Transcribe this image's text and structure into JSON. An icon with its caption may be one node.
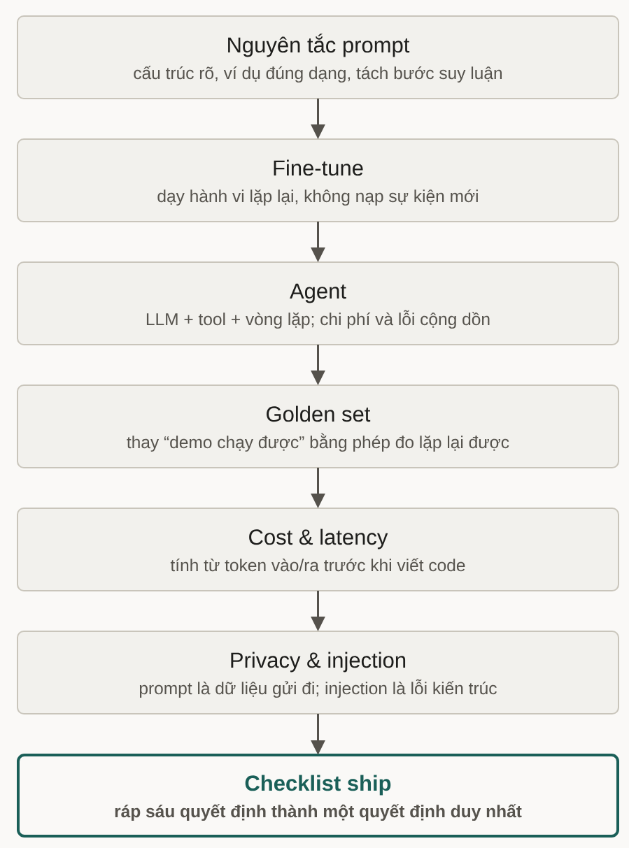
{
  "diagram": {
    "nodes": [
      {
        "text": [
          "Nguyên tắc prompt",
          "cấu trúc rõ, ví dụ đúng dạng, tách bước suy luận"
        ]
      },
      {
        "text": [
          "Fine-tune",
          "dạy hành vi lặp lại, không nạp sự kiện mới"
        ]
      },
      {
        "text": [
          "Agent",
          "LLM + tool + vòng lặp; chi phí và lỗi cộng dồn"
        ]
      },
      {
        "text": [
          "Golden set",
          "thay “demo chạy được” bằng phép đo lặp lại được"
        ]
      },
      {
        "text": [
          "Cost & latency",
          "tính từ token vào/ra trước khi viết code"
        ]
      },
      {
        "text": [
          "Privacy & injection",
          "prompt là dữ liệu gửi đi; injection là lỗi kiến trúc"
        ]
      },
      {
        "text": [
          "Checklist ship",
          "ráp sáu quyết định thành một quyết định duy nhất"
        ]
      }
    ],
    "edges": [
      {
        "from": 0,
        "to": 1,
        "arrow": "to"
      },
      {
        "from": 1,
        "to": 2,
        "arrow": "to"
      },
      {
        "from": 2,
        "to": 3,
        "arrow": "to"
      },
      {
        "from": 3,
        "to": 4,
        "arrow": "to"
      },
      {
        "from": 4,
        "to": 5,
        "arrow": "to"
      },
      {
        "from": 5,
        "to": 6,
        "arrow": "to"
      }
    ]
  }
}
